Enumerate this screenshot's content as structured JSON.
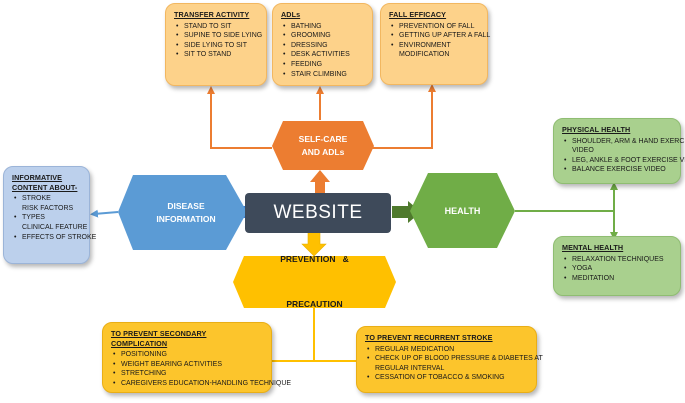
{
  "website": {
    "label": "WEBSITE"
  },
  "self_care": {
    "line1": "SELF-CARE",
    "line2": "AND ADLs"
  },
  "disease": {
    "line1": "DISEASE",
    "line2": "INFORMATION"
  },
  "health": {
    "label": "HEALTH"
  },
  "prevention": {
    "line1": "PREVENTION   &",
    "line2": "PRECAUTION"
  },
  "transfer": {
    "title": "TRANSFER ACTIVITY",
    "items": [
      "STAND TO SIT",
      "SUPINE TO SIDE LYING",
      "SIDE LYING TO SIT",
      "SIT TO STAND"
    ]
  },
  "adls": {
    "title": "ADLs",
    "items": [
      "BATHING",
      "GROOMING",
      "DRESSING",
      "DESK ACTIVITIES",
      "FEEDING",
      "STAIR CLIMBING"
    ]
  },
  "fall": {
    "title": "FALL EFFICACY",
    "items": [
      "PREVENTION OF FALL",
      "GETTING UP AFTER A FALL",
      "ENVIRONMENT",
      "MODIFICATION"
    ]
  },
  "physical": {
    "title": "PHYSICAL HEALTH",
    "items": [
      "SHOULDER, ARM & HAND EXERCISE",
      "VIDEO",
      "LEG, ANKLE & FOOT EXERCISE VIDEO",
      "BALANCE EXERCISE VIDEO"
    ]
  },
  "mental": {
    "title": "MENTAL HEALTH",
    "items": [
      "RELAXATION TECHNIQUES",
      "YOGA",
      "MEDITATION"
    ]
  },
  "informative": {
    "title_line1": "INFORMATIVE",
    "title_line2": "CONTENT ABOUT-",
    "items": [
      "STROKE",
      "RISK FACTORS",
      "TYPES",
      "CLINICAL FEATURE",
      "EFFECTS OF STROKE"
    ]
  },
  "secondary": {
    "title": "TO PREVENT SECONDARY COMPLICATION",
    "items": [
      "POSITIONING",
      "WEIGHT BEARING ACTIVITIES",
      "STRETCHING",
      "CAREGIVERS EDUCATION-HANDLING TECHNIQUE"
    ]
  },
  "recurrent": {
    "title": "TO PREVENT RECURRENT STROKE",
    "items": [
      "REGULAR MEDICATION",
      "CHECK UP OF BLOOD PRESSURE & DIABETES AT",
      "REGULAR INTERVAL",
      "CESSATION OF TOBACCO & SMOKING"
    ]
  },
  "colors": {
    "website": "#3e4a5a",
    "self_care": "#ec7d31",
    "disease": "#5b9bd5",
    "health": "#70ad47",
    "prevention": "#ffc000",
    "orange_box": "#fdd28a",
    "green_box": "#a9d08e",
    "blue_box": "#bcd0ec",
    "yellow_box": "#fcc52c"
  }
}
